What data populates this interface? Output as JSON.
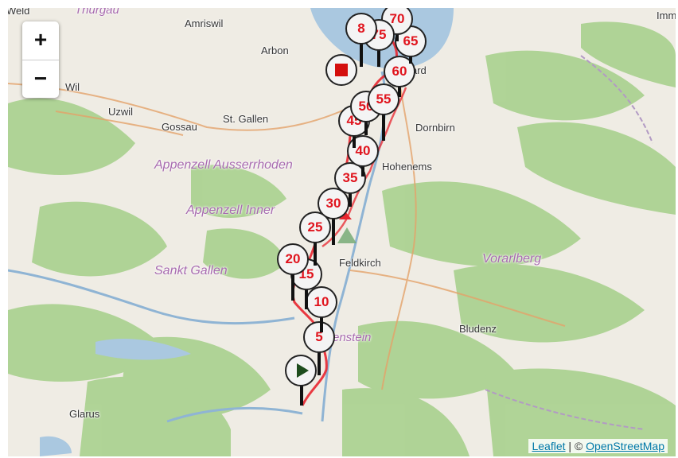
{
  "zoom_control": {
    "zoom_in_label": "+",
    "zoom_out_label": "−"
  },
  "places": [
    "Weld",
    "Thurgau",
    "Amriswil",
    "Arbon",
    "Imm",
    "Wil",
    "Uzwil",
    "Gossau",
    "St. Gallen",
    "Dornbirn",
    "Hohenems",
    "Feldkirch",
    "Bludenz",
    "Glarus",
    "ard",
    "enstein"
  ],
  "regions": [
    "Appenzell Ausserrhoden",
    "Appenzell Inner",
    "Sankt Gallen",
    "Vorarlberg"
  ],
  "km_markers": [
    "5",
    "10",
    "15",
    "20",
    "25",
    "30",
    "35",
    "40",
    "45",
    "50",
    "55",
    "60",
    "65",
    "70",
    "75",
    "8"
  ],
  "start_marker": {
    "icon": "play-icon"
  },
  "finish_marker": {
    "icon": "stop-icon"
  },
  "colors": {
    "route": "#e8262f",
    "marker_text": "#e0141e",
    "water": "#aac8e0",
    "forest": "#8dc463"
  },
  "attribution": {
    "leaflet_link": "Leaflet",
    "separator": " | © ",
    "osm_link": "OpenStreetMap"
  }
}
